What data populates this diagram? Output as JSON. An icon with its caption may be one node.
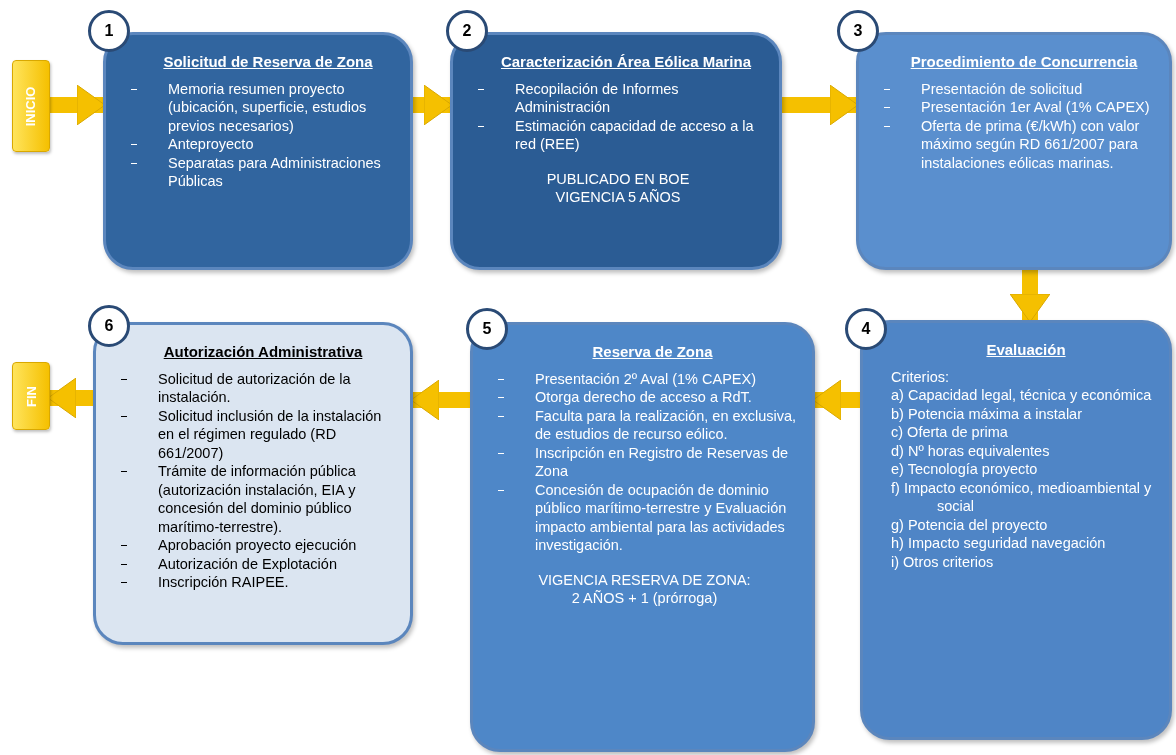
{
  "diagram": {
    "nodes": [
      {
        "text": [
          "INICIO"
        ]
      },
      {
        "text": [
          "1"
        ]
      },
      {
        "text": [
          "Solicitud de Reserva de Zona",
          "Memoria resumen proyecto (ubicación, superficie, estudios previos necesarios)",
          "Anteproyecto",
          "Separatas para Administraciones Públicas"
        ]
      },
      {
        "text": [
          "2"
        ]
      },
      {
        "text": [
          "Caracterización Área Eólica Marina",
          "Recopilación de Informes Administración",
          "Estimación capacidad de acceso a la red (REE)",
          "PUBLICADO EN BOE",
          "VIGENCIA 5 AÑOS"
        ]
      },
      {
        "text": [
          "3"
        ]
      },
      {
        "text": [
          "Procedimiento de Concurrencia",
          "Presentación de solicitud",
          "Presentación 1er Aval (1% CAPEX)",
          "Oferta de prima (€/kWh) con valor máximo según RD 661/2007 para instalaciones eólicas marinas."
        ]
      },
      {
        "text": [
          "4"
        ]
      },
      {
        "text": [
          "Evaluación",
          "Criterios:",
          "a) Capacidad legal, técnica y económica",
          "b) Potencia máxima a instalar",
          "c) Oferta de prima",
          "d) Nº horas equivalentes",
          "e) Tecnología proyecto",
          "f) Impacto económico, medioambiental y social",
          "g) Potencia del proyecto",
          "h) Impacto seguridad navegación",
          "i) Otros criterios"
        ]
      },
      {
        "text": [
          "5"
        ]
      },
      {
        "text": [
          "Reserva de Zona",
          "Presentación 2º Aval (1% CAPEX)",
          "Otorga derecho de acceso a RdT.",
          "Faculta para la realización, en exclusiva, de estudios de recurso eólico.",
          "Inscripción en Registro de Reservas de Zona",
          "Concesión de ocupación de dominio público marítimo-terrestre y Evaluación impacto ambiental para las actividades investigación.",
          "VIGENCIA RESERVA DE ZONA:",
          "2 AÑOS + 1 (prórroga)"
        ]
      },
      {
        "text": [
          "6"
        ]
      },
      {
        "text": [
          "Autorización Administrativa",
          "Solicitud de autorización de la instalación.",
          "Solicitud inclusión de la instalación en el régimen regulado (RD 661/2007)",
          "Trámite de información pública (autorización instalación, EIA y concesión del dominio público marítimo-terrestre).",
          "Aprobación proyecto ejecución",
          "Autorización de Explotación",
          "Inscripción RAIPEE."
        ]
      },
      {
        "text": [
          "FIN"
        ]
      }
    ],
    "edges": [
      {
        "from": 0,
        "to": 2,
        "arrow": "to"
      },
      {
        "from": 2,
        "to": 4,
        "arrow": "to"
      },
      {
        "from": 4,
        "to": 6,
        "arrow": "to"
      },
      {
        "from": 6,
        "to": 8,
        "arrow": "to"
      },
      {
        "from": 8,
        "to": 10,
        "arrow": "to"
      },
      {
        "from": 10,
        "to": 12,
        "arrow": "to"
      },
      {
        "from": 12,
        "to": 13,
        "arrow": "to"
      }
    ]
  }
}
